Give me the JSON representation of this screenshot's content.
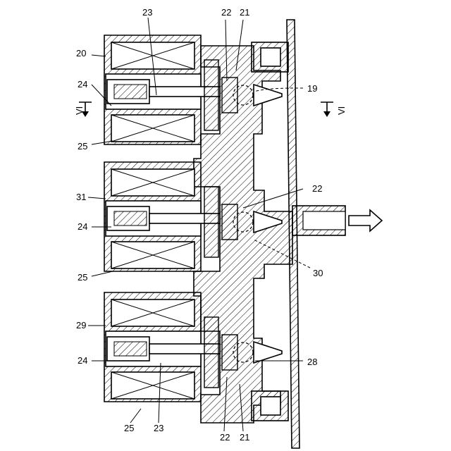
{
  "figure": {
    "labels": {
      "n19": "19",
      "n20": "20",
      "n21_top": "21",
      "n21_bottom": "21",
      "n22_top": "22",
      "n22_mid": "22",
      "n22_bottom": "22",
      "n23_top": "23",
      "n23_bottom": "23",
      "n24_a": "24",
      "n24_b": "24",
      "n24_c": "24",
      "n25_a": "25",
      "n25_b": "25",
      "n25_c": "25",
      "n28": "28",
      "n29": "29",
      "n30": "30",
      "n31": "31",
      "section_left": "VI",
      "section_right": "VI"
    }
  }
}
